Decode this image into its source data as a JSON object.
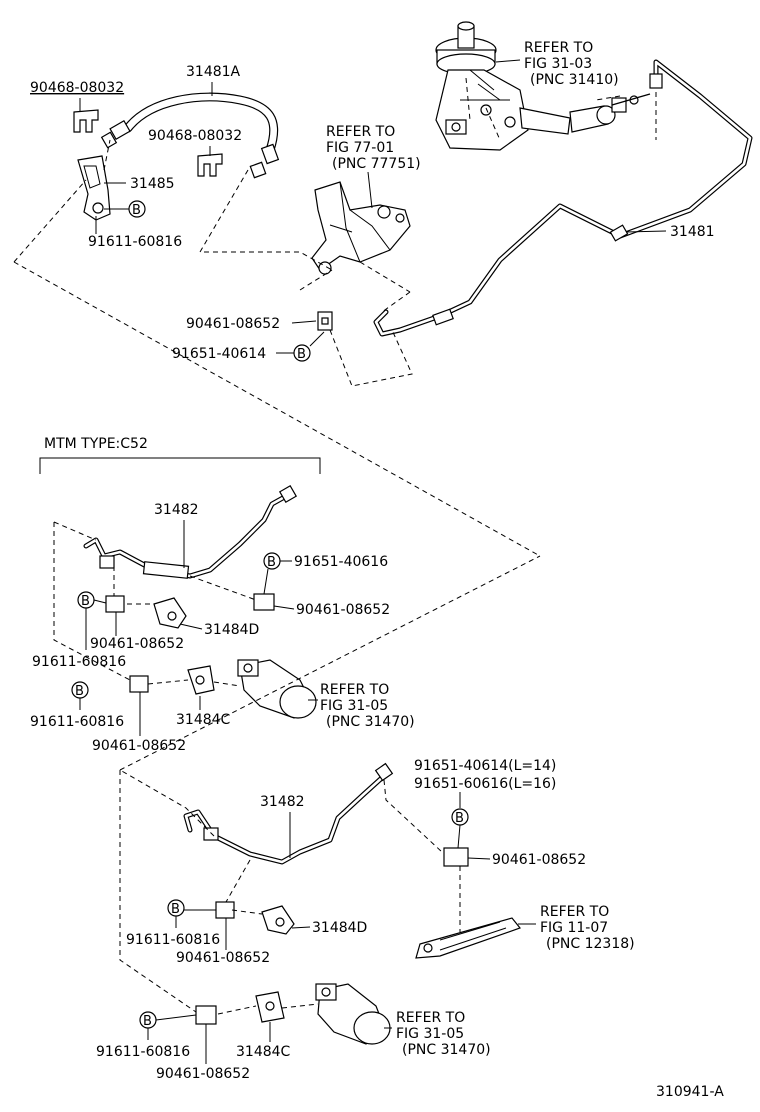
{
  "diagram_id": "310941-A",
  "section_label": "MTM TYPE:C52",
  "bolt_symbol": "B",
  "labels": {
    "top_90468_a": "90468-08032",
    "top_31481A": "31481A",
    "top_90468_b": "90468-08032",
    "top_31485": "31485",
    "top_91611": "91611-60816",
    "top_refer_77": [
      "REFER TO",
      "FIG 77-01",
      "(PNC 77751)"
    ],
    "top_refer_31_03": [
      "REFER TO",
      "FIG 31-03",
      "(PNC 31410)"
    ],
    "top_31481": "31481",
    "top_90461": "90461-08652",
    "top_91651": "91651-40614",
    "mid_31482": "31482",
    "mid_91651": "91651-40616",
    "mid_90461_right": "90461-08652",
    "mid_31484D": "31484D",
    "mid_90461_left": "90461-08652",
    "mid_91611_a": "91611-60816",
    "mid_91611_b": "91611-60816",
    "mid_31484C": "31484C",
    "mid_90461_bottom": "90461-08652",
    "mid_refer_31_05": [
      "REFER TO",
      "FIG 31-05",
      "(PNC 31470)"
    ],
    "bot_91651_a": "91651-40614(L=14)",
    "bot_91651_b": "91651-60616(L=16)",
    "bot_31482": "31482",
    "bot_90461_right": "90461-08652",
    "bot_refer_11_07": [
      "REFER TO",
      "FIG 11-07",
      "(PNC 12318)"
    ],
    "bot_91611_a": "91611-60816",
    "bot_31484D": "31484D",
    "bot_90461_mid": "90461-08652",
    "bot_91611_b": "91611-60816",
    "bot_31484C": "31484C",
    "bot_90461_bottom": "90461-08652",
    "bot_refer_31_05": [
      "REFER TO",
      "FIG 31-05",
      "(PNC 31470)"
    ]
  }
}
